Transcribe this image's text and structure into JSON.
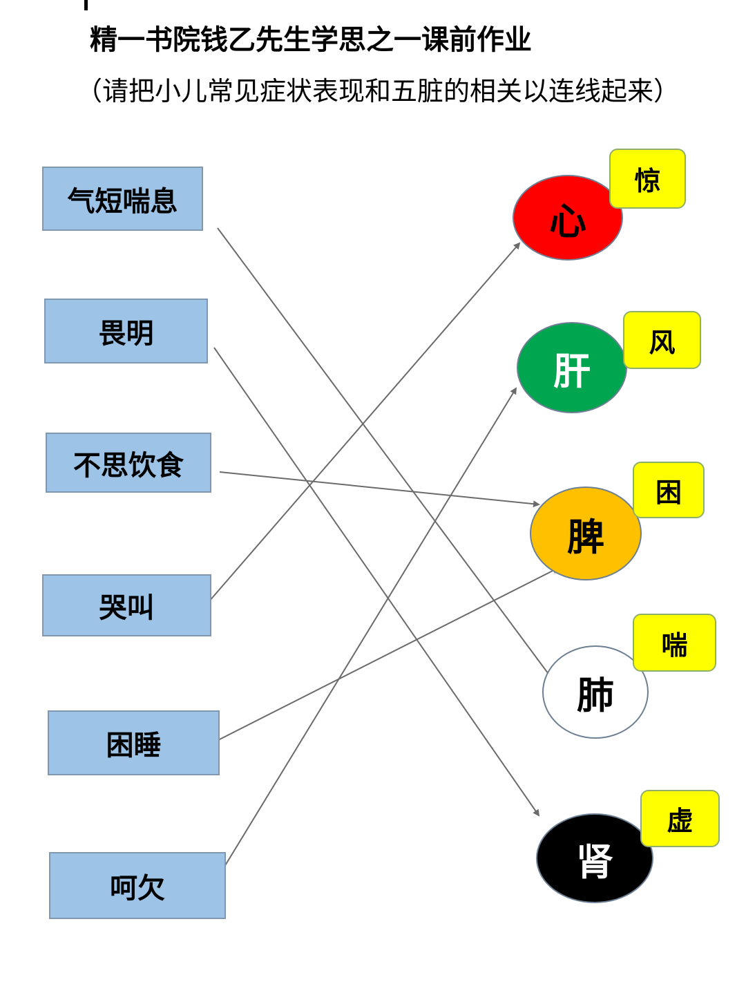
{
  "title": "精一书院钱乙先生学思之一课前作业",
  "subtitle": "（请把小儿常见症状表现和五脏的相关以连线起来）",
  "symptoms": [
    {
      "label": "气短喘息"
    },
    {
      "label": "畏明"
    },
    {
      "label": "不思饮食"
    },
    {
      "label": "哭叫"
    },
    {
      "label": "困睡"
    },
    {
      "label": "呵欠"
    }
  ],
  "organs": [
    {
      "label": "心",
      "tag": "惊",
      "fill": "#ff0000",
      "text_color": "#000000"
    },
    {
      "label": "肝",
      "tag": "风",
      "fill": "#00a64f",
      "text_color": "#ffffff"
    },
    {
      "label": "脾",
      "tag": "困",
      "fill": "#ffc000",
      "text_color": "#000000"
    },
    {
      "label": "肺",
      "tag": "喘",
      "fill": "#ffffff",
      "text_color": "#000000"
    },
    {
      "label": "肾",
      "tag": "虚",
      "fill": "#000000",
      "text_color": "#ffffff"
    }
  ],
  "connections": [
    {
      "from": "气短喘息",
      "to": "肺"
    },
    {
      "from": "畏明",
      "to": "肾"
    },
    {
      "from": "不思饮食",
      "to": "脾"
    },
    {
      "from": "哭叫",
      "to": "心"
    },
    {
      "from": "困睡",
      "to": "脾"
    },
    {
      "from": "呵欠",
      "to": "肝"
    }
  ],
  "colors": {
    "line": "#6b6b6b",
    "symptom_box": "#9dc3e6",
    "tag_box": "#ffff00"
  }
}
